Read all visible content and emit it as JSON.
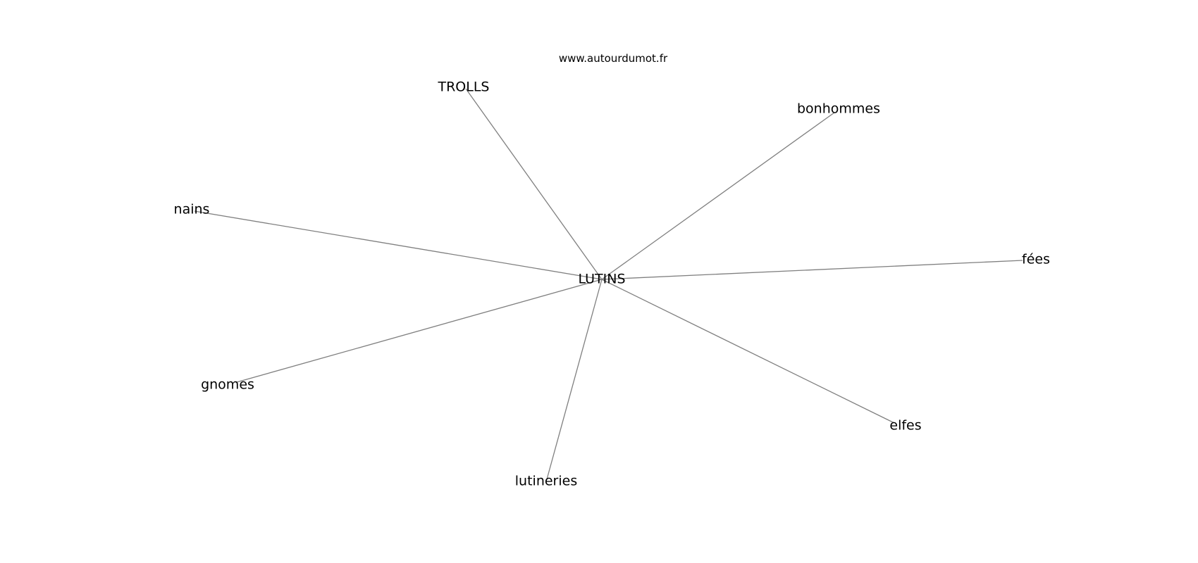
{
  "credit": "www.autourdumot.fr",
  "graph": {
    "edge_color": "#7f7f7f",
    "text_color": "#000000",
    "center": {
      "id": "center",
      "label": "LUTINS"
    },
    "nodes": [
      {
        "id": "trolls",
        "label": "TROLLS"
      },
      {
        "id": "bonhommes",
        "label": "bonhommes"
      },
      {
        "id": "nains",
        "label": "nains"
      },
      {
        "id": "fees",
        "label": "fées"
      },
      {
        "id": "gnomes",
        "label": "gnomes"
      },
      {
        "id": "elfes",
        "label": "elfes"
      },
      {
        "id": "lutineries",
        "label": "lutineries"
      }
    ]
  }
}
